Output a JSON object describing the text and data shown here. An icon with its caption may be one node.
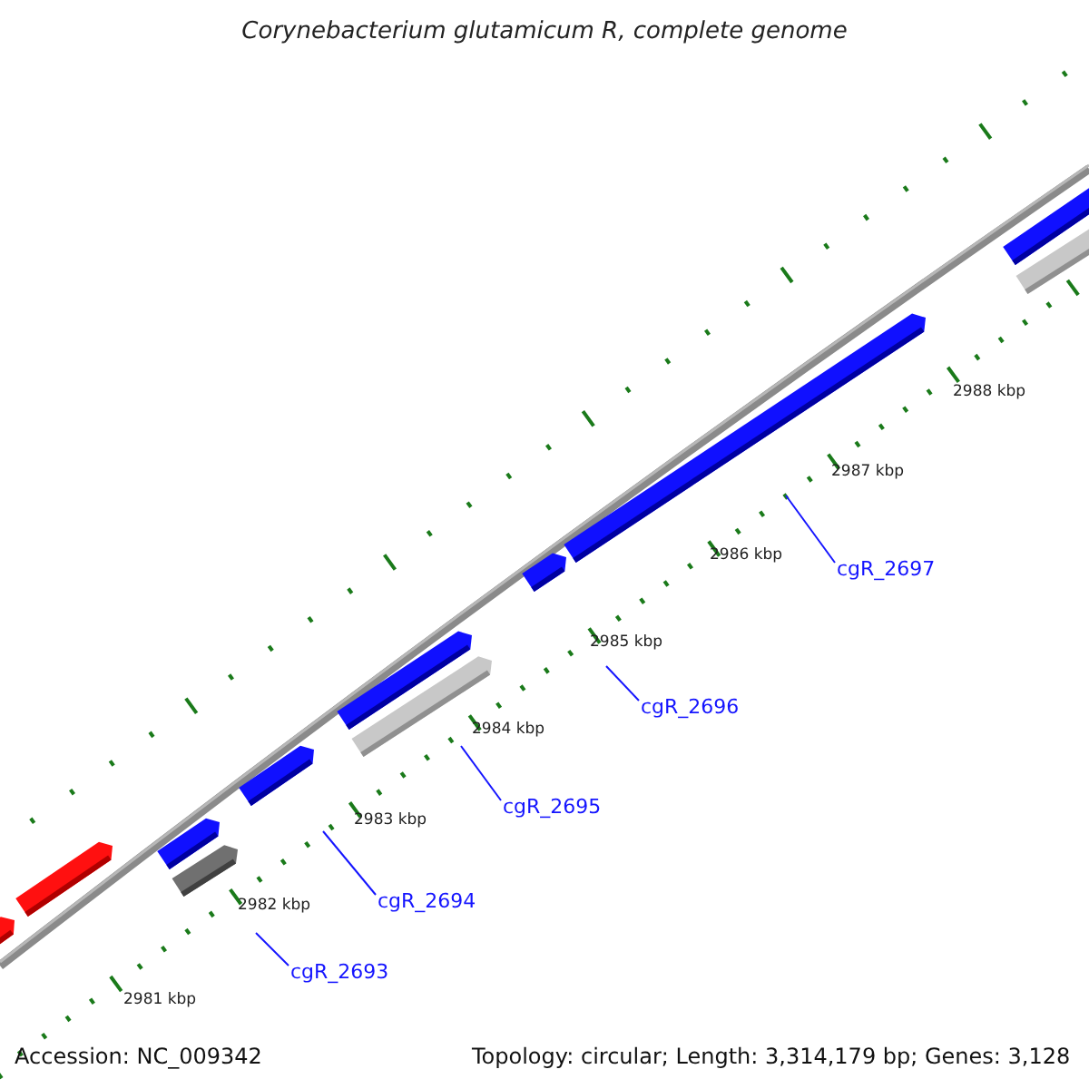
{
  "diagram": {
    "title": "Corynebacterium glutamicum R, complete genome",
    "nodes": [
      {
        "text": [
          "cgR_2693"
        ]
      },
      {
        "text": [
          "cgR_2694"
        ]
      },
      {
        "text": [
          "cgR_2695"
        ]
      },
      {
        "text": [
          "cgR_2696"
        ]
      },
      {
        "text": [
          "cgR_2697"
        ]
      }
    ],
    "edges": [
      {
        "from": 0,
        "to": null,
        "arrow": "none"
      },
      {
        "from": 1,
        "to": null,
        "arrow": "none"
      },
      {
        "from": 2,
        "to": null,
        "arrow": "none"
      },
      {
        "from": 3,
        "to": null,
        "arrow": "none"
      },
      {
        "from": 4,
        "to": null,
        "arrow": "none"
      }
    ],
    "labels": [
      "2981 kbp",
      "2982 kbp",
      "2983 kbp",
      "2984 kbp",
      "2985 kbp",
      "2986 kbp",
      "2987 kbp",
      "2988 kbp",
      "Accession: NC_009342",
      "Topology: circular; Length: 3,314,179 bp; Genes: 3,128"
    ]
  }
}
